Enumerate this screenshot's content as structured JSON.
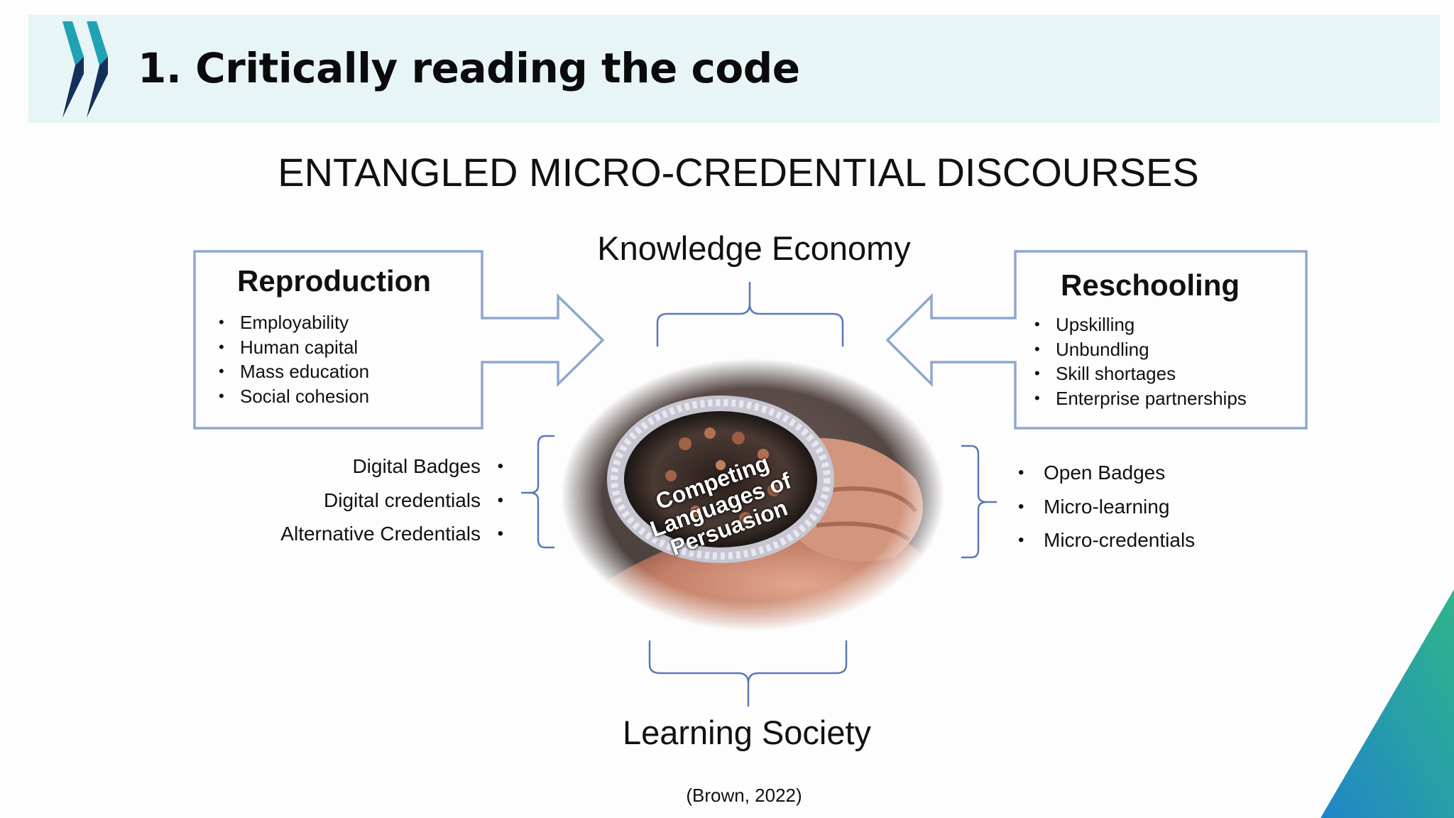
{
  "slide": {
    "title": "1. Critically reading the code",
    "colors": {
      "banner": "#e8f5f6",
      "logo_teal": "#1fa3b3",
      "logo_navy": "#14305a",
      "accent_blue": "#8ea8cc"
    }
  },
  "diagram": {
    "title": "ENTANGLED MICRO-CREDENTIAL DISCOURSES",
    "top_label": "Knowledge Economy",
    "bottom_label": "Learning Society",
    "center_caption": [
      "Competing",
      "Languages of",
      "Persuasion"
    ],
    "left_box": {
      "title": "Reproduction",
      "items": [
        "Employability",
        "Human capital",
        "Mass education",
        "Social cohesion"
      ]
    },
    "right_box": {
      "title": "Reschooling",
      "items": [
        "Upskilling",
        "Unbundling",
        "Skill shortages",
        "Enterprise partnerships"
      ]
    },
    "left_terms": [
      "Digital Badges",
      "Digital credentials",
      "Alternative Credentials"
    ],
    "right_terms": [
      "Open Badges",
      "Micro-learning",
      "Micro-credentials"
    ],
    "citation": "(Brown, 2022)"
  }
}
